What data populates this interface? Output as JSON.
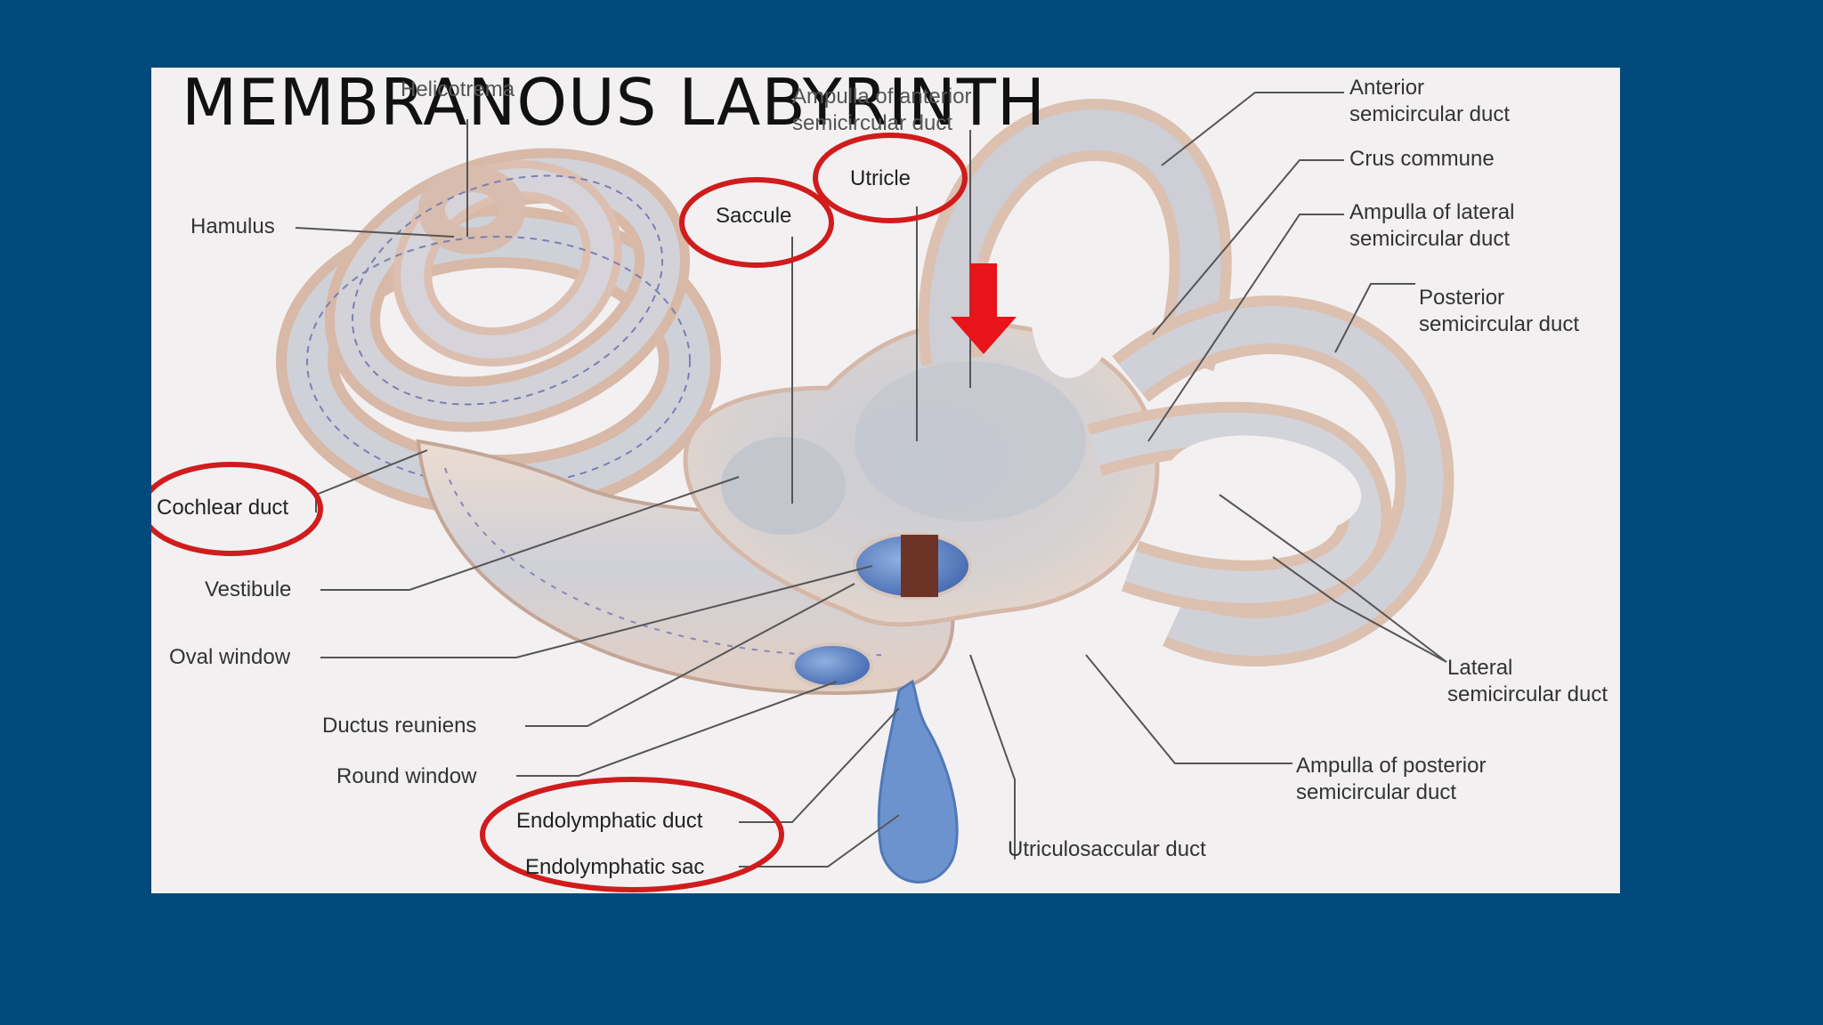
{
  "slide": {
    "background_color": "#02497c",
    "title": "MEMBRANOUS LABYRINTH"
  },
  "diagram": {
    "highlight_color": "#d01c1c",
    "arrow_color": "#e8141a",
    "labels": {
      "helicotrema": "Helicotrema",
      "hamulus": "Hamulus",
      "cochlear_duct": "Cochlear duct",
      "vestibule": "Vestibule",
      "oval_window": "Oval window",
      "ductus_reuniens": "Ductus reuniens",
      "round_window": "Round window",
      "endolymphatic_duct": "Endolymphatic duct",
      "endolymphatic_sac": "Endolymphatic sac",
      "saccule": "Saccule",
      "utricle": "Utricle",
      "ampulla_anterior": "Ampulla of anterior\nsemicircular duct",
      "anterior_semicircular_duct": "Anterior\nsemicircular duct",
      "crus_commune": "Crus commune",
      "ampulla_lateral": "Ampulla of lateral\nsemicircular duct",
      "posterior_semicircular_duct": "Posterior\nsemicircular duct",
      "lateral_semicircular_duct": "Lateral\nsemicircular duct",
      "ampulla_posterior": "Ampulla of posterior\nsemicircular duct",
      "utriculosaccular_duct": "Utriculosaccular duct"
    }
  }
}
